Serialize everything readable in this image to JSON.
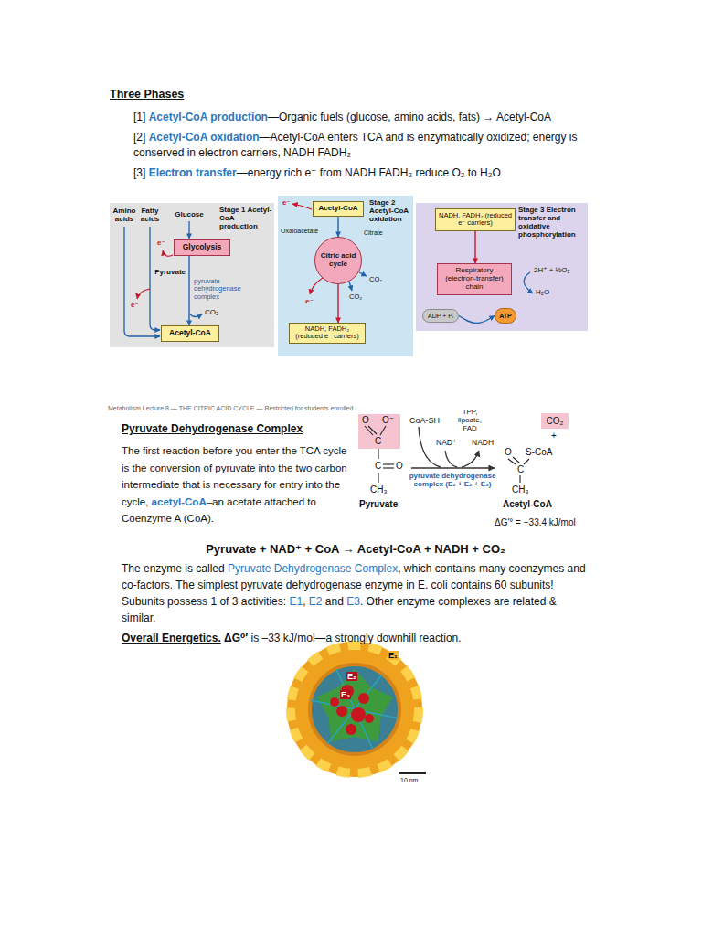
{
  "diagram": {
    "title": "Three Phases",
    "nodes": [
      {
        "text": [
          "Stage 1 Acetyl-CoA production",
          "Amino acids",
          "Fatty acids",
          "Glucose",
          "Pyruvate",
          "pyruvate dehydrogenase complex",
          "CO₂",
          "e⁻",
          "e⁻"
        ]
      },
      {
        "text": [
          "Glycolysis"
        ],
        "in": 0
      },
      {
        "text": [
          "Acetyl-CoA"
        ],
        "in": 0
      },
      {
        "text": [
          "Stage 2 Acetyl-CoA oxidation",
          "Oxaloacetate",
          "Citrate",
          "CO₂",
          "CO₂",
          "e⁻",
          "e⁻"
        ]
      },
      {
        "text": [
          "Acetyl-CoA"
        ],
        "in": 3
      },
      {
        "text": [
          "Citric acid cycle"
        ],
        "in": 3
      },
      {
        "text": [
          "NADH, FADH₂ (reduced e⁻ carriers)"
        ],
        "in": 3
      },
      {
        "text": [
          "Stage 3 Electron transfer and oxidative phosphorylation",
          "2H⁺ + ½O₂",
          "H₂O"
        ]
      },
      {
        "text": [
          "NADH, FADH₂ (reduced e⁻ carriers)"
        ],
        "in": 7
      },
      {
        "text": [
          "Respiratory (electron-transfer) chain"
        ],
        "in": 7
      },
      {
        "text": [
          "ADP + Pᵢ"
        ],
        "in": 7
      },
      {
        "text": [
          "ATP"
        ],
        "in": 7
      },
      {
        "text": [
          "O",
          "O⁻",
          "C"
        ]
      },
      {
        "text": [
          "CO₂"
        ]
      }
    ],
    "edges": [
      {
        "from": 1,
        "to": 2,
        "arrow": "to"
      },
      {
        "from": 4,
        "to": 5,
        "arrow": "to"
      },
      {
        "from": 5,
        "to": 6,
        "arrow": "to"
      },
      {
        "from": 8,
        "to": 9,
        "arrow": "to"
      },
      {
        "from": 10,
        "to": 11,
        "arrow": "to"
      }
    ],
    "labels": [
      "[1]",
      "Acetyl-CoA production",
      "—Organic fuels (glucose, amino acids, fats) → Acetyl-CoA",
      "[2]",
      "Acetyl-CoA oxidation",
      "—Acetyl-CoA enters TCA and is enzymatically oxidized; energy is conserved in electron carriers, NADH FADH₂",
      "[3]",
      "Electron transfer",
      "—energy rich e⁻ from NADH FADH₂ reduce O₂ to H₂O",
      "Metabolism Lecture 8 — THE CITRIC ACID CYCLE — Restricted for students enrolled",
      "Pyruvate Dehydrogenase Complex",
      "The first reaction before you enter the TCA cycle is the conversion of pyruvate into the two carbon intermediate that is necessary for entry into the cycle,",
      "acetyl-CoA",
      "–an acetate attached to Coenzyme A (CoA).",
      "Pyruvate + NAD⁺ + CoA → Acetyl-CoA + NADH + CO₂",
      "The enzyme is called",
      "Pyruvate Dehydrogenase Complex",
      ", which contains many coenzymes and co-factors. The simplest pyruvate dehydrogenase enzyme in E. coli contains 60 subunits! Subunits possess 1 of 3 activities:",
      "E1",
      ",",
      "E2",
      "and",
      "E3",
      ". Other enzyme complexes are related & similar.",
      "Overall Energetics.",
      "ΔG⁰′",
      "is –33 kJ/mol—a strongly downhill reaction.",
      "CoA-SH",
      "TPP, lipoate, FAD",
      "NAD⁺",
      "NADH",
      "pyruvate dehydrogenase complex (E₁ + E₂ + E₃)",
      "+",
      "Pyruvate",
      "Acetyl-CoA",
      "ΔG′° = −33.4 kJ/mol",
      "C",
      "O",
      "CH₃",
      "O",
      "S-CoA",
      "C",
      "CH₃",
      "E₁",
      "E₂",
      "E₃",
      "10 nm"
    ]
  }
}
